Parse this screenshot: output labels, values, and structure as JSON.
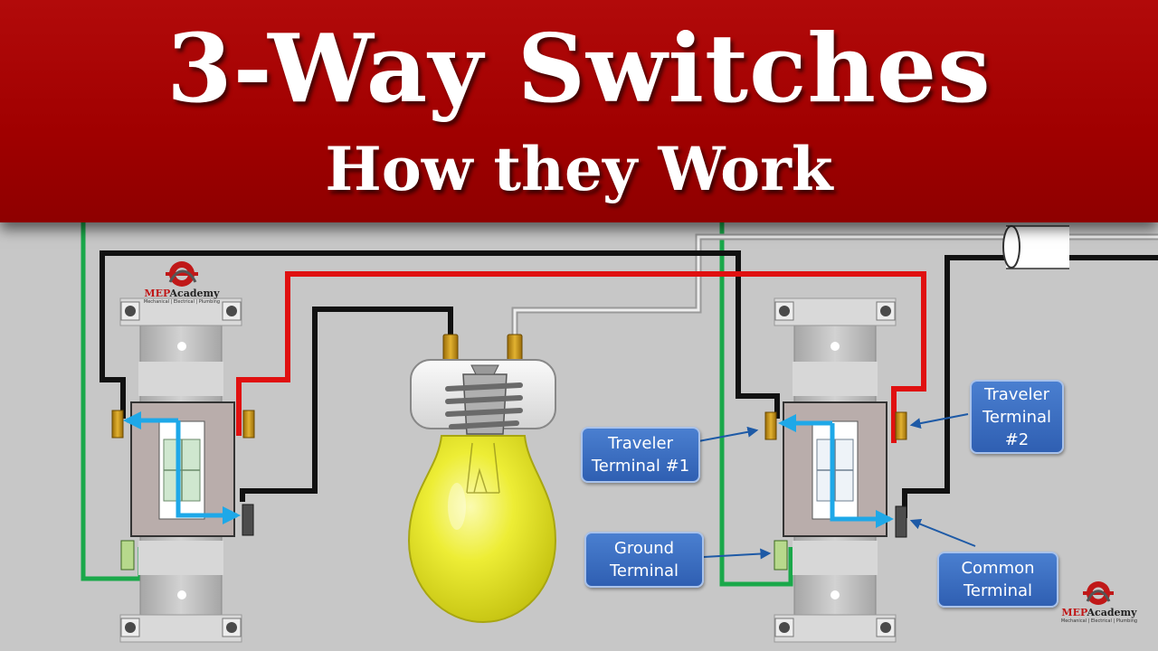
{
  "title": {
    "line1": "3-Way Switches",
    "line2": "How they Work"
  },
  "logo": {
    "brand_red": "MEP",
    "brand_dark": "Academy",
    "tagline": "Mechanical | Electrical | Plumbing"
  },
  "callouts": {
    "traveler1": "Traveler\nTerminal #1",
    "traveler2": "Traveler\nTerminal\n#2",
    "ground": "Ground\nTerminal",
    "common": "Common\nTerminal"
  },
  "colors": {
    "banner_red": "#a00000",
    "wire_hot": "#111111",
    "wire_traveler_red": "#e01010",
    "wire_ground": "#1aa84a",
    "wire_neutral": "#e0e0e0",
    "current_path": "#1ea8e8",
    "callout_blue": "#3a6cc0",
    "bulb_yellow": "#ecec2a"
  }
}
